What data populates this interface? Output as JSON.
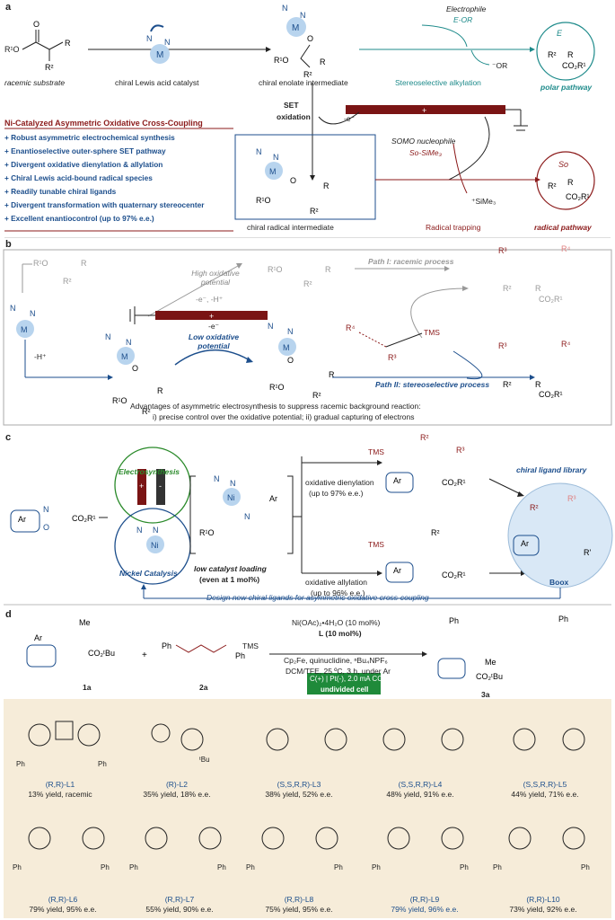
{
  "panel_a": {
    "label": "a",
    "racemic_substrate": "racemic substrate",
    "chiral_catalyst": "chiral Lewis acid catalyst",
    "enolate": "chiral enolate intermediate",
    "electrophile": "Electrophile",
    "electrophile_formula": "E-OR",
    "leaving": "⁻OR",
    "stereo_alkylation": "Stereoselective alkylation",
    "polar_pathway": "polar pathway",
    "set": "SET",
    "oxidation": "oxidation",
    "electron": "-e⁻",
    "somo": "SOMO nucleophile",
    "so_sime3": "So-SiMe₃",
    "sime3_cation": "⁺SiMe₃",
    "radical_intermediate": "chiral radical intermediate",
    "radical_trapping": "Radical trapping",
    "radical_pathway": "radical pathway",
    "feature_title": "Ni-Catalyzed Asymmetric Oxidative Cross-Coupling",
    "features": [
      "+ Robust asymmetric electrochemical synthesis",
      "+ Enantioselective outer-sphere SET pathway",
      "+ Divergent oxidative dienylation & allylation",
      "+ Chiral Lewis acid-bound radical species",
      "+ Readily tunable chiral ligands",
      "+ Divergent transformation with quaternary stereocenter",
      "+ Excellent enantiocontrol (up to 97% e.e.)"
    ]
  },
  "panel_b": {
    "label": "b",
    "high_potential": "High oxidative potential",
    "minus_e_h": "-e⁻, -H⁺",
    "minus_e": "-e⁻",
    "minus_h": "-H⁺",
    "low_potential": "Low oxidative potential",
    "path1": "Path I: racemic process",
    "path2": "Path II: stereoselective process",
    "tms": "TMS",
    "advantages": "Advantages of asymmetric electrosynthesis to suppress racemic background reaction:",
    "advantages2": "i) precise control over the oxidative potential; ii) gradual capturing of electrons"
  },
  "panel_c": {
    "label": "c",
    "electrosynthesis": "Electrosynthesis",
    "nickel_catalysis": "Nickel Catalysis",
    "low_loading": "low catalyst loading",
    "even_1": "(even at 1 mol%)",
    "dienylation": "oxidative dienylation",
    "dienylation_ee": "(up to 97% e.e.)",
    "allylation": "oxidative allylation",
    "allylation_ee": "(up to 96% e.e.)",
    "library": "chiral ligand library",
    "boox": "Boox",
    "design": "Design new chiral ligands for asymmetric oxidative cross-coupling"
  },
  "panel_d": {
    "label": "d",
    "cond1": "Ni(OAc)₂•4H₂O (10 mol%)",
    "cond2": "L (10 mol%)",
    "cond3": "Cp₂Fe, quinuclidine, ⁿBu₄NPF₆",
    "cond4": "DCM/TFE, 25 ºC, 3 h, under Ar",
    "cell1": "C(+) | Pt(-), 2.0 mA CCE",
    "cell2": "undivided cell",
    "c1a": "1a",
    "c2a": "2a",
    "c3a": "3a",
    "ligands": [
      {
        "name": "(R,R)-L1",
        "result": "13% yield, racemic"
      },
      {
        "name": "(R)-L2",
        "result": "35% yield, 18% e.e."
      },
      {
        "name": "(S,S,R,R)-L3",
        "result": "38% yield, 52% e.e."
      },
      {
        "name": "(S,S,R,R)-L4",
        "result": "48% yield, 91% e.e."
      },
      {
        "name": "(S,S,R,R)-L5",
        "result": "44% yield, 71% e.e."
      },
      {
        "name": "(R,R)-L6",
        "result": "79% yield, 95% e.e."
      },
      {
        "name": "(R,R)-L7",
        "result": "55% yield, 90% e.e."
      },
      {
        "name": "(R,R)-L8",
        "result": "75% yield, 95% e.e."
      },
      {
        "name": "(R,R)-L9",
        "result": "79% yield, 96% e.e."
      },
      {
        "name": "(R,R)-L10",
        "result": "73% yield, 92% e.e."
      }
    ]
  }
}
